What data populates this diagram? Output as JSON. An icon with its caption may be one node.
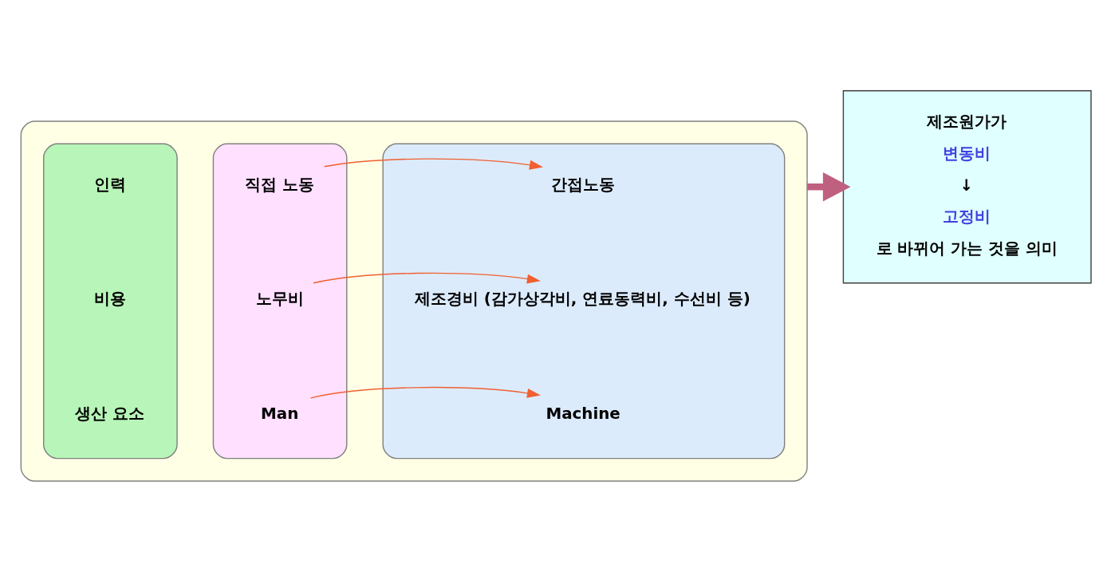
{
  "diagram": {
    "nodes": [
      {
        "text": [],
        "shape": "box"
      },
      {
        "text": [],
        "shape": "box",
        "in": 0
      },
      {
        "text": [
          "생산 요소"
        ],
        "in": 1
      },
      {
        "text": [
          "비용"
        ],
        "in": 1
      },
      {
        "text": [
          "인력"
        ],
        "in": 1
      },
      {
        "text": [],
        "shape": "box",
        "in": 0
      },
      {
        "text": [
          "Man"
        ],
        "in": 5
      },
      {
        "text": [
          "노무비"
        ],
        "in": 5
      },
      {
        "text": [
          "직접 노동"
        ],
        "in": 5
      },
      {
        "text": [],
        "shape": "box",
        "in": 0
      },
      {
        "text": [
          "Machine"
        ],
        "in": 9
      },
      {
        "text": [
          "제조경비 (감가상각비, 연료동력비, 수선비 등)"
        ],
        "in": 9
      },
      {
        "text": [
          "간접노동"
        ],
        "in": 9
      },
      {
        "text": [
          "제조원가가",
          "변동비",
          "↓",
          "고정비",
          "로 바뀌어 가는 것을 의미"
        ]
      }
    ],
    "edges": [
      {
        "from": 6,
        "to": 10,
        "arrow": "to"
      },
      {
        "from": 7,
        "to": 11,
        "arrow": "to"
      },
      {
        "from": 8,
        "to": 12,
        "arrow": "to"
      },
      {
        "from": 0,
        "to": 13,
        "arrow": "to",
        "style": "thick",
        "color": "#c06080"
      }
    ]
  }
}
